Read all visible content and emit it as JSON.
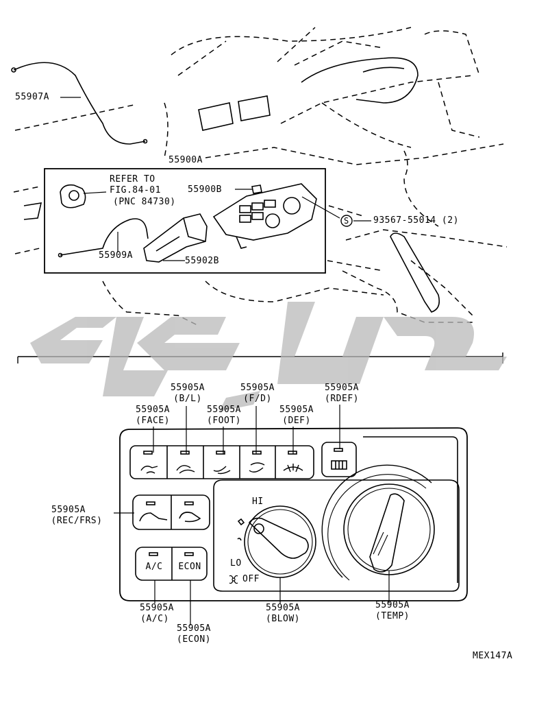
{
  "labels": {
    "p55907a": "55907A",
    "p55900a": "55900A",
    "refer_to": "REFER TO",
    "fig": "FIG.84-01",
    "pnc": "(PNC 84730)",
    "p55900b": "55900B",
    "screw_s": "S",
    "p93567": "93567-55014 (2)",
    "p55909a": "55909A",
    "p55902b": "55902B",
    "bl_part": "55905A",
    "bl_name": "(B/L)",
    "fd_part": "55905A",
    "fd_name": "(F/D)",
    "rdef_part": "55905A",
    "rdef_name": "(RDEF)",
    "face_part": "55905A",
    "face_name": "(FACE)",
    "foot_part": "55905A",
    "foot_name": "(FOOT)",
    "def_part": "55905A",
    "def_name": "(DEF)",
    "rec_part": "55905A",
    "rec_name": "(REC/FRS)",
    "hi": "HI",
    "lo": "LO",
    "off": "OFF",
    "ac_btn": "A/C",
    "econ_btn": "ECON",
    "ac_part": "55905A",
    "ac_name": "(A/C)",
    "econ_part": "55905A",
    "econ_name": "(ECON)",
    "blow_part": "55905A",
    "blow_name": "(BLOW)",
    "temp_part": "55905A",
    "temp_name": "(TEMP)",
    "figure_code": "MEX147A"
  }
}
